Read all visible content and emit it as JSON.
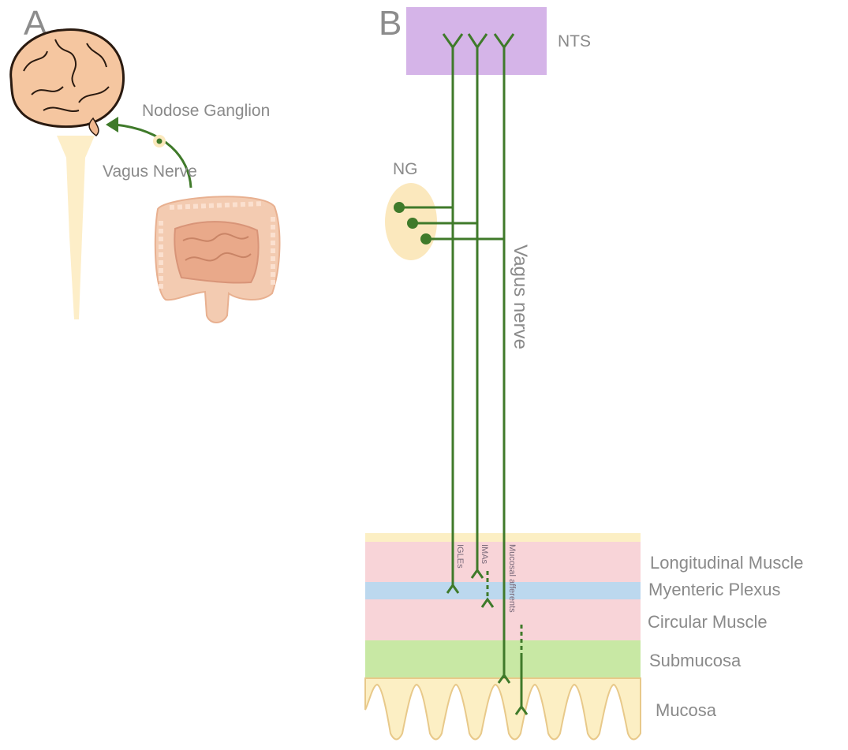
{
  "panel_a": {
    "letter": "A",
    "ganglion_label": "Nodose Ganglion",
    "nerve_label": "Vagus Nerve"
  },
  "panel_b": {
    "letter": "B",
    "nts_label": "NTS",
    "ng_label": "NG",
    "vagus_label": "Vagus nerve",
    "fiber_labels": {
      "igle": "IGLEs",
      "ima": "IMAs",
      "mucosal": "Mucosal afferents"
    },
    "layers": [
      {
        "name": "Longitudinal Muscle",
        "color": "#f8d4d8"
      },
      {
        "name": "Myenteric Plexus",
        "color": "#bcd8ee"
      },
      {
        "name": "Circular Muscle",
        "color": "#f8d4d8"
      },
      {
        "name": "Submucosa",
        "color": "#c8e8a4"
      },
      {
        "name": "Mucosa",
        "color": "#fcefc4"
      }
    ]
  },
  "colors": {
    "nerve": "#3f7a2a",
    "nts_box": "#d5b4e8",
    "ganglion": "#fbe8bd",
    "label_text": "#8a8a8a",
    "brain": "#f5c6a0",
    "intestine": "#f3cbb1",
    "spinal_cord": "#fdeec8"
  }
}
